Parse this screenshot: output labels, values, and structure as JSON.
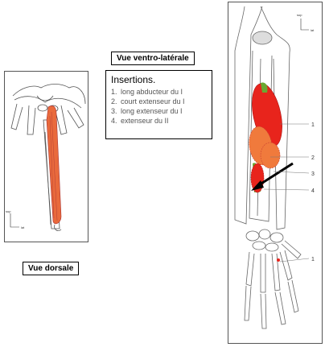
{
  "labels": {
    "ventro_lateral": "Vue ventro-latérale",
    "dorsal": "Vue dorsale"
  },
  "legend": {
    "title": "Insertions.",
    "items": [
      {
        "num": "1.",
        "text": "long abducteur du I"
      },
      {
        "num": "2.",
        "text": "court extenseur du I"
      },
      {
        "num": "3.",
        "text": "long extenseur du I"
      },
      {
        "num": "4.",
        "text": "extenseur du II"
      }
    ]
  },
  "callouts": [
    "1",
    "2",
    "3",
    "4",
    "1"
  ],
  "orientation": {
    "dorsal": {
      "up": "sup",
      "right": "lat"
    },
    "ventral": {
      "up": "sup",
      "right": "lat"
    }
  },
  "colors": {
    "muscle_red": "#e8241c",
    "muscle_orange": "#f07a3c",
    "muscle_green": "#6aa832",
    "dorsal_muscle": "#e96a3c"
  }
}
